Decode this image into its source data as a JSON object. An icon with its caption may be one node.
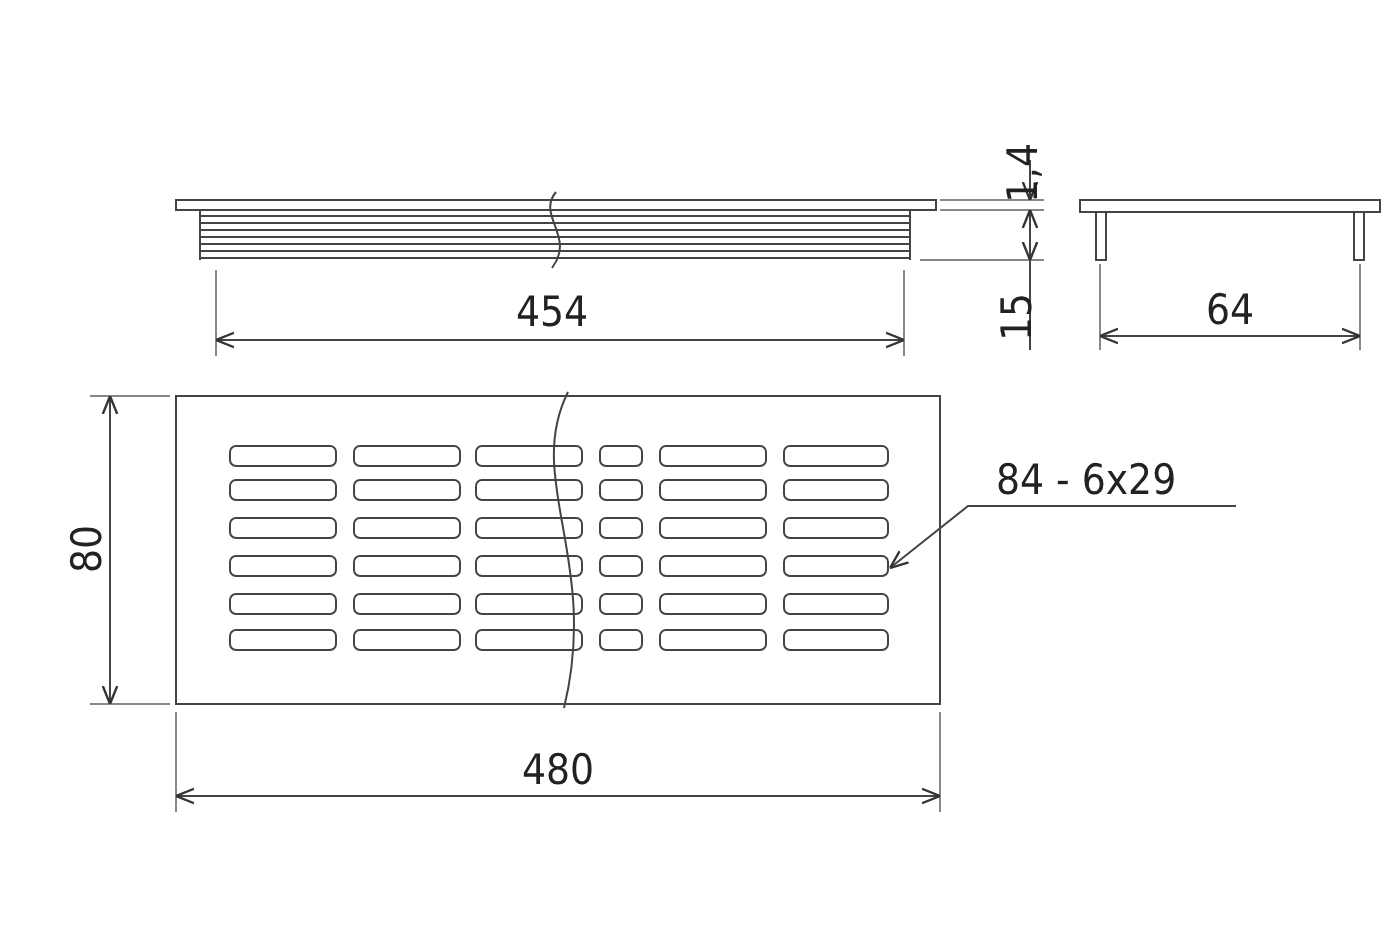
{
  "diagram": {
    "nodes": [
      {
        "text": [
          "84 - 6x29"
        ]
      },
      {
        "text": [],
        "shape": "box"
      }
    ],
    "edges": [
      {
        "from": 0,
        "to": 1,
        "arrow": "to"
      }
    ],
    "labels": [
      "1,4",
      "454",
      "15",
      "64",
      "80",
      "480"
    ]
  }
}
